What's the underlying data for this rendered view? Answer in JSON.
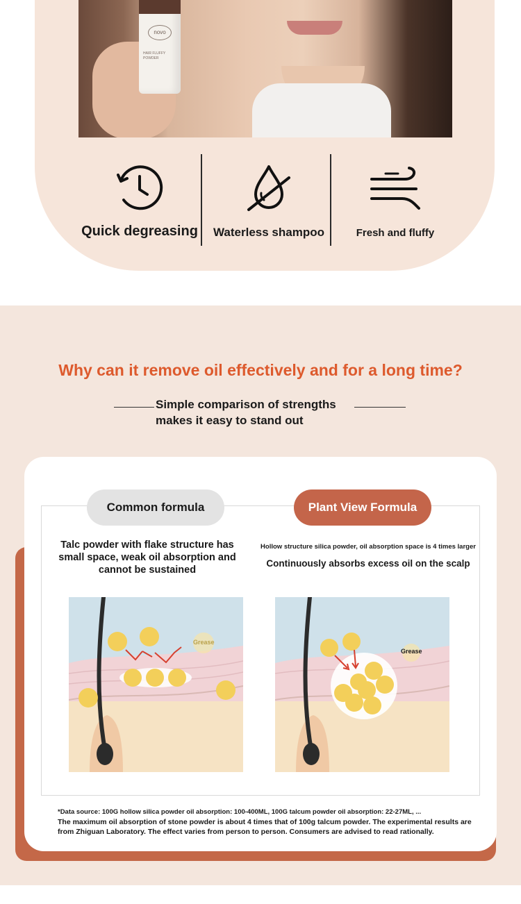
{
  "product": {
    "bottle_logo": "novo",
    "bottle_label": "HAIR FLUFFY POWDER"
  },
  "features": [
    {
      "label": "Quick degreasing",
      "icon": "clock-icon"
    },
    {
      "label": "Waterless shampoo",
      "icon": "crossed-drop-icon"
    },
    {
      "label": "Fresh and fluffy",
      "icon": "wind-icon"
    }
  ],
  "section": {
    "headline": "Why can it remove oil effectively and for a long time?",
    "subtitle_line1": "Simple comparison of strengths",
    "subtitle_line2": "makes it easy to stand out"
  },
  "comparison": {
    "common": {
      "title": "Common formula",
      "description": "Talc powder with flake structure has small space, weak oil absorption and cannot be sustained",
      "diagram_label": "Grease"
    },
    "plant": {
      "title": "Plant View Formula",
      "note": "Hollow structure silica powder, oil absorption space is 4 times larger",
      "description": "Continuously absorbs excess oil on the scalp",
      "diagram_label": "Grease"
    }
  },
  "footnote": {
    "line1": "*Data source: 100G hollow silica powder oil absorption: 100-400ML, 100G talcum powder oil absorption: 22-27ML, ...",
    "line2": "The maximum oil absorption of stone powder is about 4 times that of 100g talcum powder. The experimental results are from Zhiguan Laboratory. The effect varies from person to person. Consumers are advised to read rationally."
  },
  "colors": {
    "accent": "#dd5a2d",
    "brand": "#c4654a",
    "card_bg": "#f6e5da",
    "section_bg": "#f4e6dd",
    "grease": "#f3cf5a"
  }
}
